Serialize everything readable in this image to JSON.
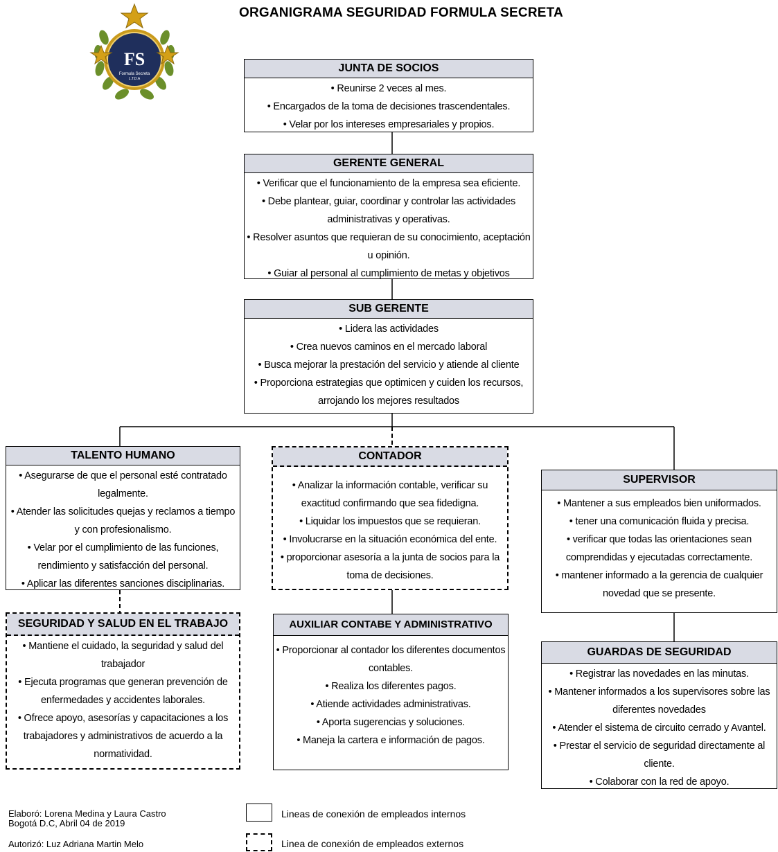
{
  "title": "ORGANIGRAMA SEGURIDAD FORMULA SECRETA",
  "logo": {
    "initials": "FS",
    "subtitle": "Formula Secreta",
    "suffix": "L.T.D.A"
  },
  "colors": {
    "header_fill": "#d9dbe4",
    "border": "#000000",
    "logo_navy": "#1f2f5c",
    "logo_gold": "#d4a017"
  },
  "boxes": {
    "junta": {
      "title": "JUNTA DE SOCIOS",
      "items": [
        "Reunirse 2 veces al mes.",
        "Encargados de la toma de decisiones trascendentales.",
        "Velar por los intereses empresariales y propios."
      ]
    },
    "gerente": {
      "title": "GERENTE GENERAL",
      "items": [
        "Verificar que el funcionamiento de la empresa sea eficiente.",
        "Debe plantear, guiar, coordinar y controlar las actividades administrativas y operativas.",
        "Resolver asuntos que requieran de su conocimiento, aceptación u opinión.",
        "Guiar al personal al cumplimiento de metas y objetivos"
      ]
    },
    "subgerente": {
      "title": "SUB GERENTE",
      "items": [
        "Lidera las actividades",
        "Crea nuevos caminos en el mercado laboral",
        "Busca mejorar la prestación del servicio y atiende al cliente",
        "Proporciona estrategias que optimicen y cuiden los recursos, arrojando los mejores resultados"
      ]
    },
    "talento": {
      "title": "TALENTO HUMANO",
      "items": [
        "Asegurarse de que el personal esté contratado legalmente.",
        "Atender las solicitudes quejas y reclamos a tiempo y con profesionalismo.",
        "Velar por el cumplimiento de las funciones, rendimiento y satisfacción del personal.",
        "Aplicar las diferentes sanciones disciplinarias."
      ]
    },
    "contador": {
      "title": "CONTADOR",
      "items": [
        "Analizar la información contable, verificar su exactitud confirmando que sea fidedigna.",
        "Liquidar los impuestos que se requieran.",
        "Involucrarse en la situación económica del ente.",
        "proporcionar asesoría a la junta de socios para la toma de decisiones."
      ]
    },
    "supervisor": {
      "title": "SUPERVISOR",
      "items": [
        "Mantener a sus empleados bien uniformados.",
        "tener una comunicación fluida y precisa.",
        "verificar que todas las orientaciones sean comprendidas y ejecutadas correctamente.",
        "mantener informado a la gerencia de cualquier novedad que se presente."
      ]
    },
    "sst": {
      "title": "SEGURIDAD Y SALUD EN EL TRABAJO",
      "items": [
        "Mantiene el cuidado, la seguridad y salud del trabajador",
        "Ejecuta programas que generan prevención de enfermedades y accidentes laborales.",
        "Ofrece apoyo, asesorías y capacitaciones a los trabajadores y administrativos de acuerdo a la normatividad."
      ]
    },
    "auxiliar": {
      "title": "AUXILIAR CONTABE Y ADMINISTRATIVO",
      "items": [
        "Proporcionar al contador los diferentes documentos contables.",
        "Realiza los diferentes pagos.",
        "Atiende actividades administrativas.",
        "Aporta sugerencias y soluciones.",
        "Maneja la cartera e información de pagos."
      ]
    },
    "guardas": {
      "title": "GUARDAS DE SEGURIDAD",
      "items": [
        "Registrar las novedades en las minutas.",
        "Mantener informados a los supervisores sobre las diferentes novedades",
        "Atender el sistema de circuito cerrado y Avantel.",
        "Prestar el servicio de seguridad directamente al cliente.",
        "Colaborar con la red de apoyo."
      ]
    }
  },
  "footer": {
    "elaboro": "Elaboró: Lorena Medina y Laura Castro",
    "fecha": "Bogotá D.C, Abril 04 de 2019",
    "autorizo": "Autorizó: Luz Adriana Martin Melo"
  },
  "legend": {
    "internal": "Lineas de conexión de empleados internos",
    "external": "Linea de conexión de empleados externos"
  }
}
